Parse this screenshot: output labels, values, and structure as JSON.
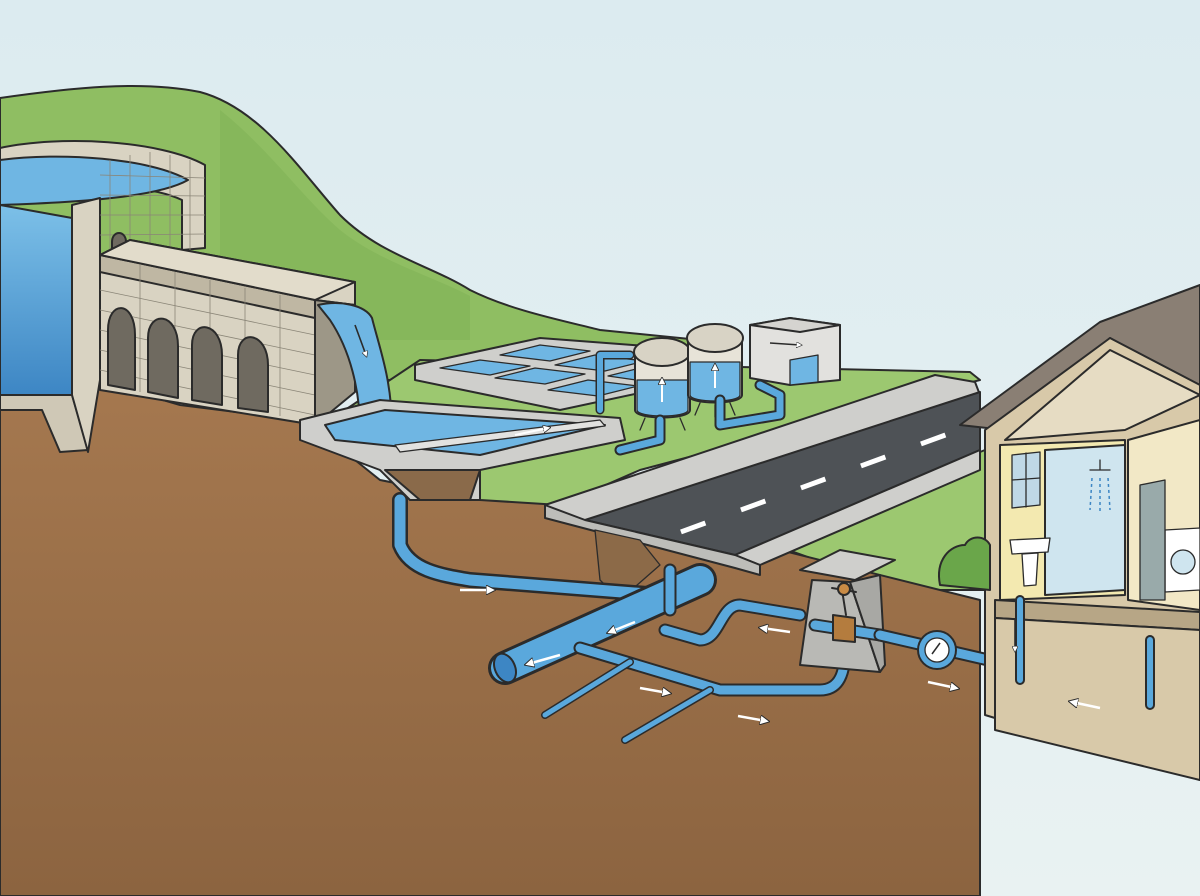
{
  "colors": {
    "sky_top": "#dcebf0",
    "sky_bottom": "#e9f2f2",
    "hill": "#8fbe62",
    "hill_dark": "#79a84f",
    "grass": "#9cc870",
    "soil": "#a5784f",
    "soil_dark": "#8c6440",
    "water": "#6fb6e3",
    "water_dark": "#3d86c4",
    "pipe": "#5aa8dc",
    "pipe_dark": "#2f78b4",
    "stone": "#d9d3c2",
    "stone_dark": "#bfb7a3",
    "concrete": "#cfcfcc",
    "road": "#4e5256",
    "house_wall": "#d8c9a9",
    "roof": "#8a7f74",
    "room_yellow": "#f3e9b0",
    "room_blue": "#cfe5ef",
    "arrow": "#ffffff"
  },
  "icons": [
    "reservoir",
    "aqueduct",
    "waterfall",
    "settling-basin",
    "filter-beds",
    "storage-tanks",
    "pump-house",
    "road",
    "water-main",
    "valve-chamber",
    "water-meter",
    "house",
    "shower",
    "sink",
    "washing-machine"
  ],
  "flow_arrows": [
    "down",
    "right",
    "right",
    "left",
    "left",
    "right",
    "right",
    "right",
    "left",
    "down",
    "up",
    "up"
  ]
}
